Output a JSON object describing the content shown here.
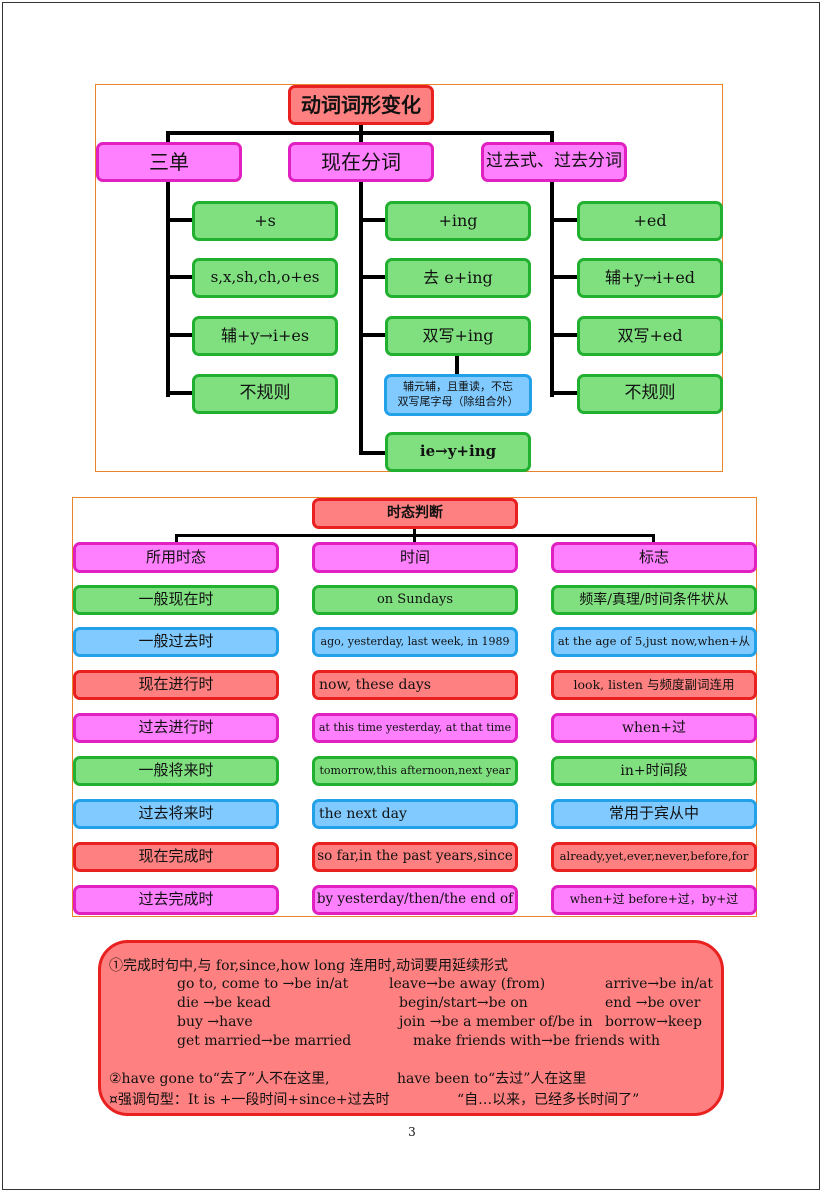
{
  "diagram1": {
    "title": "动词词形变化",
    "columns": [
      {
        "header": "三单",
        "items": [
          "+s",
          "s,x,sh,ch,o+es",
          "辅+y→i+es",
          "不规则"
        ]
      },
      {
        "header": "现在分词",
        "items": [
          "+ing",
          "去 e+ing",
          "双写+ing"
        ],
        "note": [
          "辅元辅，且重读，不忘",
          "双写尾字母（除组合外）"
        ],
        "extra": "ie→y+ing"
      },
      {
        "header": "过去式、过去分词",
        "items": [
          "+ed",
          "辅+y→i+ed",
          "双写+ed",
          "不规则"
        ]
      }
    ]
  },
  "diagram2": {
    "title": "时态判断",
    "headers": [
      "所用时态",
      "时间",
      "标志"
    ],
    "rows": [
      [
        "一般现在时",
        "on Sundays",
        "频率/真理/时间条件状从"
      ],
      [
        "一般过去时",
        "ago, yesterday, last week, in 1989",
        "at the age of 5,just now,when+从"
      ],
      [
        "现在进行时",
        "now, these days",
        "look, listen 与频度副词连用"
      ],
      [
        "过去进行时",
        "at this time yesterday, at that time",
        "when+过"
      ],
      [
        "一般将来时",
        "tomorrow,this afternoon,next year",
        "in+时间段"
      ],
      [
        "过去将来时",
        "the next day",
        "常用于宾从中"
      ],
      [
        "现在完成时",
        "so far,in the past years,since",
        "already,yet,ever,never,before,for"
      ],
      [
        "过去完成时",
        "by yesterday/then/the end of",
        "when+过 before+过，by+过"
      ]
    ]
  },
  "notes": {
    "line1": "①完成时句中,与 for,since,how long 连用时,动词要用延续形式",
    "pairs": [
      [
        "go to,      come to →be in/at",
        "leave→be away (from)",
        "arrive→be in/at"
      ],
      [
        "die →be kead",
        "begin/start→be on",
        "end →be over"
      ],
      [
        "buy →have",
        "join →be a member of/be in",
        "borrow→keep"
      ],
      [
        "get married→be married",
        "make friends with→be friends with",
        ""
      ]
    ],
    "line2a": "②have gone to“去了”人不在这里,",
    "line2b": "have been to“去过”人在这里",
    "line3a": "¤强调句型：It is +一段时间+since+过去时",
    "line3b": "“自…以来，已经多长时间了”"
  },
  "page_number": "3"
}
